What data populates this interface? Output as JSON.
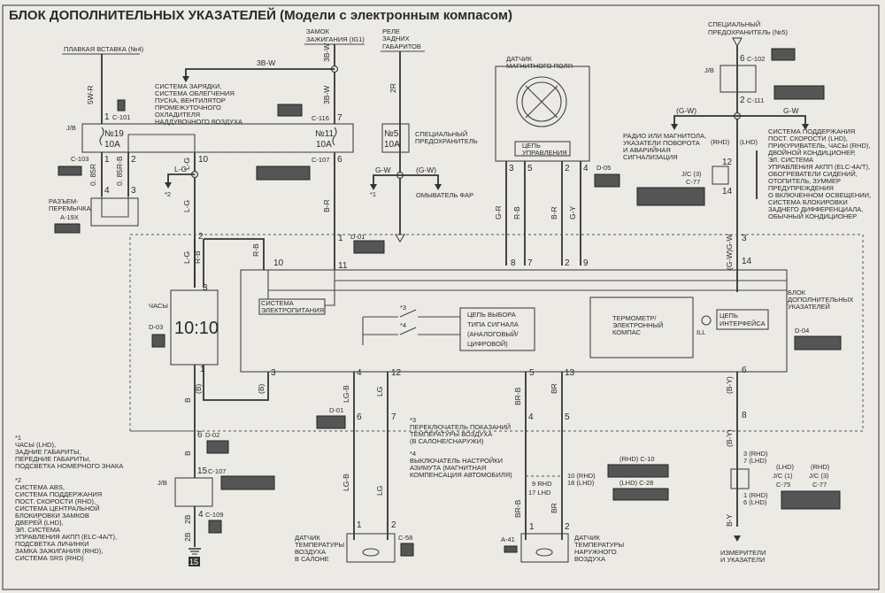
{
  "title": "БЛОК ДОПОЛНИТЕЛЬНЫХ УКАЗАТЕЛЕЙ (Модели с электронным компасом)",
  "sources": {
    "fusible_link": "ПЛАВКАЯ ВСТАВКА (№4)",
    "ignition_1": "ЗАМОК",
    "ignition_2": "ЗАЖИГАНИЯ (IG1)",
    "tail_relay_1": "РЕЛЕ",
    "tail_relay_2": "ЗАДНИХ",
    "tail_relay_3": "ГАБАРИТОВ",
    "special_fuse_1": "СПЕЦИАЛЬНЫЙ",
    "special_fuse_2": "ПРЕДОХРАНИТЕЛЬ (№5)"
  },
  "charging": [
    "СИСТЕМА ЗАРЯДКИ,",
    "СИСТЕМА ОБЛЕГЧЕНИЯ",
    "ПУСКА,  ВЕНТИЛЯТОР",
    "ПРОМЕЖУТОЧНОГО",
    "ОХЛАДИТЕЛЯ",
    "НАДДУВОЧНОГО ВОЗДУХА"
  ],
  "fuses": {
    "f19_num": "№19",
    "f19_amp": "10A",
    "f11_num": "№11",
    "f11_amp": "10A",
    "f5_num": "№5",
    "f5_amp": "10A",
    "f5_label_1": "СПЕЦИАЛЬНЫЙ",
    "f5_label_2": "ПРЕДОХРАНИТЕЛЬ"
  },
  "jb": "J/B",
  "connectors": {
    "c101": "C-101",
    "c103": "C-103",
    "c116": "C-116",
    "c107": "C-107",
    "c102": "C-102",
    "c111": "C-111",
    "c77": "C-77",
    "jc3": "J/C (3)",
    "d05": "D-05",
    "d01": "D-01",
    "d03": "D-03",
    "d02": "D-02",
    "d04": "D-04",
    "c109": "C-109",
    "c58": "C-58",
    "a41": "A-41",
    "a19x": "A-19X",
    "c10": "(RHD) C-10",
    "c28": "(LHD) C-28",
    "c75_lhd": "(LHD)",
    "c75_jc": "J/C (1)",
    "c75": "C-75",
    "c77b_rhd": "(RHD)",
    "c77b_jc": "J/C (3)",
    "c77b": "C-77"
  },
  "jumper": [
    "РАЗЪЕМ-",
    "ПЕРЕМЫЧКА"
  ],
  "wires": {
    "w5wr": "5W-R",
    "w3bw": "3B-W",
    "w2r": "2R",
    "w085r": "0. 85R",
    "w085rb": "0. 85R-B",
    "lg": "L-G",
    "br": "B-R",
    "rb": "R-B",
    "gw": "G-W",
    "gw_p": "(G-W)",
    "gr": "G-R",
    "gy": "G-Y",
    "b": "B",
    "b_p": "(B)",
    "w2b": "2B",
    "lgb": "LG-B",
    "lgw": "LG",
    "brb": "BR-B",
    "brw": "BR",
    "by": "B-Y",
    "by_p": "(B-Y)",
    "rhd": "(RHD)",
    "lhd": "(LHD)"
  },
  "notes": {
    "n1": "*1",
    "n2": "*2",
    "n3": "*3",
    "n4": "*4",
    "washer": "ОМЫВАТЕЛЬ ФАР",
    "radio": [
      "РАДИО ИЛИ МАГНИТОЛА,",
      "УКАЗАТЕЛИ ПОВОРОТА",
      "И АВАРИЙНАЯ",
      "СИГНАЛИЗАЦИЯ"
    ],
    "cruise": [
      "СИСТЕМА ПОДДЕРЖАНИЯ",
      "ПОСТ. СКОРОСТИ (LHD),",
      "ПРИКУРИВАТЕЛЬ, ЧАСЫ (RHD),",
      "ДВОЙНОЙ КОНДИЦИОНЕР,",
      "ЭЛ. СИСТЕМА",
      "УПРАВЛЕНИЯ АКПП (ELC-4A/T),",
      "ОБОГРЕВАТЕЛИ СИДЕНИЙ,",
      "ОТОПИТЕЛЬ, ЗУММЕР",
      "ПРЕДУПРЕЖДЕНИЯ",
      "О ВКЛЮЧЕННОМ ОСВЕЩЕНИИ,",
      "СИСТЕМА БЛОКИРОВКИ",
      "ЗАДНЕГО ДИФФЕРЕНЦИАЛА,",
      "ОБЫЧНЫЙ КОНДИЦИОНЕР"
    ],
    "foot1": [
      "*1",
      "ЧАСЫ (LHD),",
      "ЗАДНИЕ ГАБАРИТЫ,",
      "ПЕРЕДНИЕ ГАБАРИТЫ,",
      "ПОДСВЕТКА НОМЕРНОГО ЗНАКА"
    ],
    "foot2": [
      "*2",
      "СИСТЕМА ABS,",
      "СИСТЕМА ПОДДЕРЖАНИЯ",
      "ПОСТ. СКОРОСТИ (RHD),",
      "СИСТЕМА ЦЕНТРАЛЬНОЙ",
      "БЛОКИРОВКИ ЗАМКОВ",
      "ДВЕРЕЙ (LHD),",
      "ЭЛ. СИСТЕМА",
      "УПРАВЛЕНИЯ АКПП (ELC-4A/T),",
      "ПОДСВЕТКА ЛИЧИНКИ",
      "ЗАМКА ЗАЖИГАНИЯ (RHD),",
      "СИСТЕМА SRS (RHD)"
    ],
    "foot3": [
      "*3",
      "ПЕРЕКЛЮЧАТЕЛЬ ПОКАЗАНИЙ",
      "ТЕМПЕРАТУРЫ ВОЗДУХА",
      "(В САЛОНЕ/СНАРУЖИ)"
    ],
    "foot4": [
      "*4",
      "ВЫКЛЮЧАТЕЛЬ НАСТРОЙКИ",
      "АЗИМУТА (МАГНИТНАЯ",
      "КОМПЕНСАЦИЯ АВТОМОБИЛЯ)"
    ]
  },
  "components": {
    "mag_sensor": [
      "ДАТЧИК",
      "МАГНИТНОГО ПОЛЯ"
    ],
    "control": [
      "ЦЕПЬ",
      "УПРАВЛЕНИЯ"
    ],
    "clock_label": "ЧАСЫ",
    "clock_display": "10:10",
    "power": [
      "СИСТЕМА",
      "ЭЛЕКТРОПИТАНИЯ"
    ],
    "selector": [
      "ЦЕПЬ ВЫБОРА",
      "ТИПА СИГНАЛА",
      "(АНАЛОГОВЫЙ/",
      "ЦИФРОВОЙ)"
    ],
    "thermo": [
      "ТЕРМОМЕТР/",
      "ЭЛЕКТРОННЫЙ",
      "КОМПАС"
    ],
    "ill": "ILL",
    "interface": [
      "ЦЕПЬ",
      "ИНТЕРФЕЙСА"
    ],
    "unit": [
      "БЛОК",
      "ДОПОЛНИТЕЛЬНЫХ",
      "УКАЗАТЕЛЕЙ"
    ],
    "in_temp": [
      "ДАТЧИК",
      "ТЕМПЕРАТУРЫ",
      "ВОЗДУХА",
      "В САЛОНЕ"
    ],
    "out_temp": [
      "ДАТЧИК",
      "ТЕМПЕРАТУРЫ",
      "НАРУЖНОГО",
      "ВОЗДУХА"
    ],
    "meters": [
      "ИЗМЕРИТЕЛИ",
      "И УКАЗАТЕЛИ"
    ],
    "ground": "15"
  }
}
